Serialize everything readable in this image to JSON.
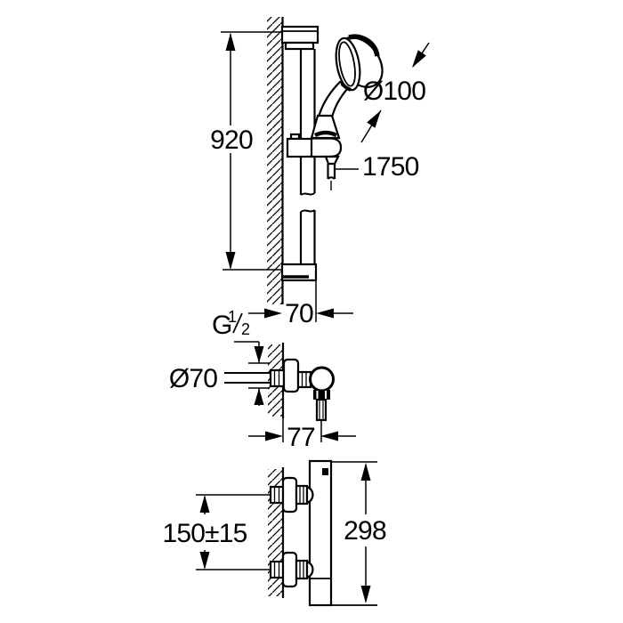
{
  "drawing": {
    "type": "technical line drawing, shower rail set with hand shower, exposed shower valve and thermostat, all dimensions in mm",
    "views": {
      "rail": {
        "height": "920",
        "head_diameter": "Ø100",
        "hose_length": "1750",
        "wall_distance": "70"
      },
      "valve": {
        "thread_letter": "G",
        "thread_numerator": "1",
        "thread_denominator": "2",
        "rosette_diameter": "Ø70",
        "depth": "77"
      },
      "thermostat": {
        "connection_spacing": "150±15",
        "height": "298"
      }
    }
  }
}
